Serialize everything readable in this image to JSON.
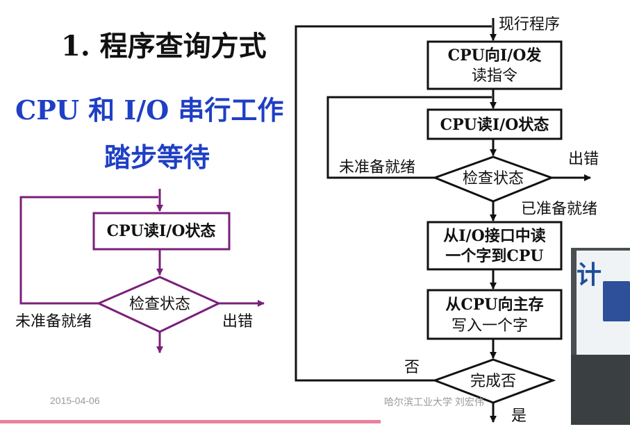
{
  "slide": {
    "title": "1. 程序查询方式",
    "subtitle": "CPU 和 I/O 串行工作",
    "subtitle2": "踏步等待",
    "footer_date": "2015-04-06",
    "footer_author": "哈尔滨工业大学 刘宏伟"
  },
  "left_diagram": {
    "box_label": "CPU读I/O状态",
    "decision_label": "检查状态",
    "not_ready_label": "未准备就绪",
    "error_label": "出错"
  },
  "right_diagram": {
    "entry_label": "现行程序",
    "box1_line1": "CPU向I/O发",
    "box1_line2": "读指令",
    "box2_label": "CPU读I/O状态",
    "decision1_label": "检查状态",
    "not_ready_label": "未准备就绪",
    "error_label": "出错",
    "ready_label": "已准备就绪",
    "box3_line1": "从I/O接口中读",
    "box3_line2": "一个字到CPU",
    "box4_line1": "从CPU向主存",
    "box4_line2": "写入一个字",
    "decision2_label": "完成否",
    "no_label": "否",
    "yes_label": "是"
  },
  "video": {
    "banner_text": "计"
  },
  "colors": {
    "left_diagram": "#7a1f7a",
    "right_diagram": "#111111",
    "subtitle": "#1f3fc4",
    "footer_line": "#e8819c"
  }
}
